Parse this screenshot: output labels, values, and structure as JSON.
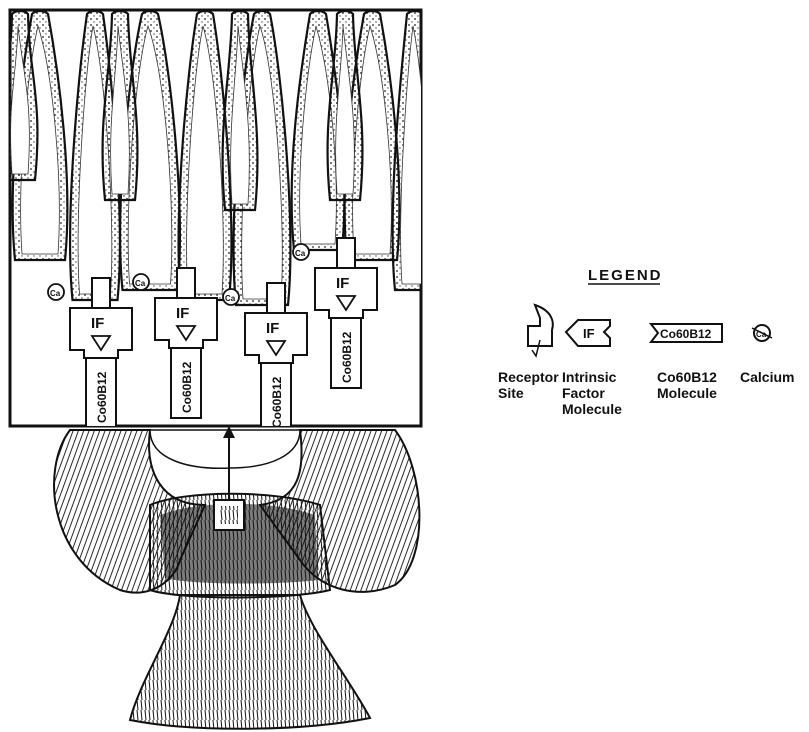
{
  "diagram": {
    "legend": {
      "title": "LEGEND",
      "items": [
        {
          "key": "receptor",
          "caption_lines": [
            "Receptor",
            "Site"
          ]
        },
        {
          "key": "intrinsic_factor",
          "symbol_text": "IF",
          "caption_lines": [
            "Intrinsic",
            "Factor",
            "Molecule"
          ]
        },
        {
          "key": "co60b12",
          "symbol_text": "Co60B12",
          "caption_lines": [
            "Co60B12",
            "Molecule"
          ]
        },
        {
          "key": "calcium",
          "symbol_text": "Ca",
          "caption_lines": [
            "Calcium"
          ]
        }
      ]
    },
    "complex_labels": {
      "if_label": "IF",
      "b12_label": "Co60B12",
      "calcium_label": "Ca",
      "count": 4
    },
    "colors": {
      "ink": "#111111",
      "paper": "#ffffff",
      "mucosa_stipple": "#b9b9b9"
    }
  }
}
